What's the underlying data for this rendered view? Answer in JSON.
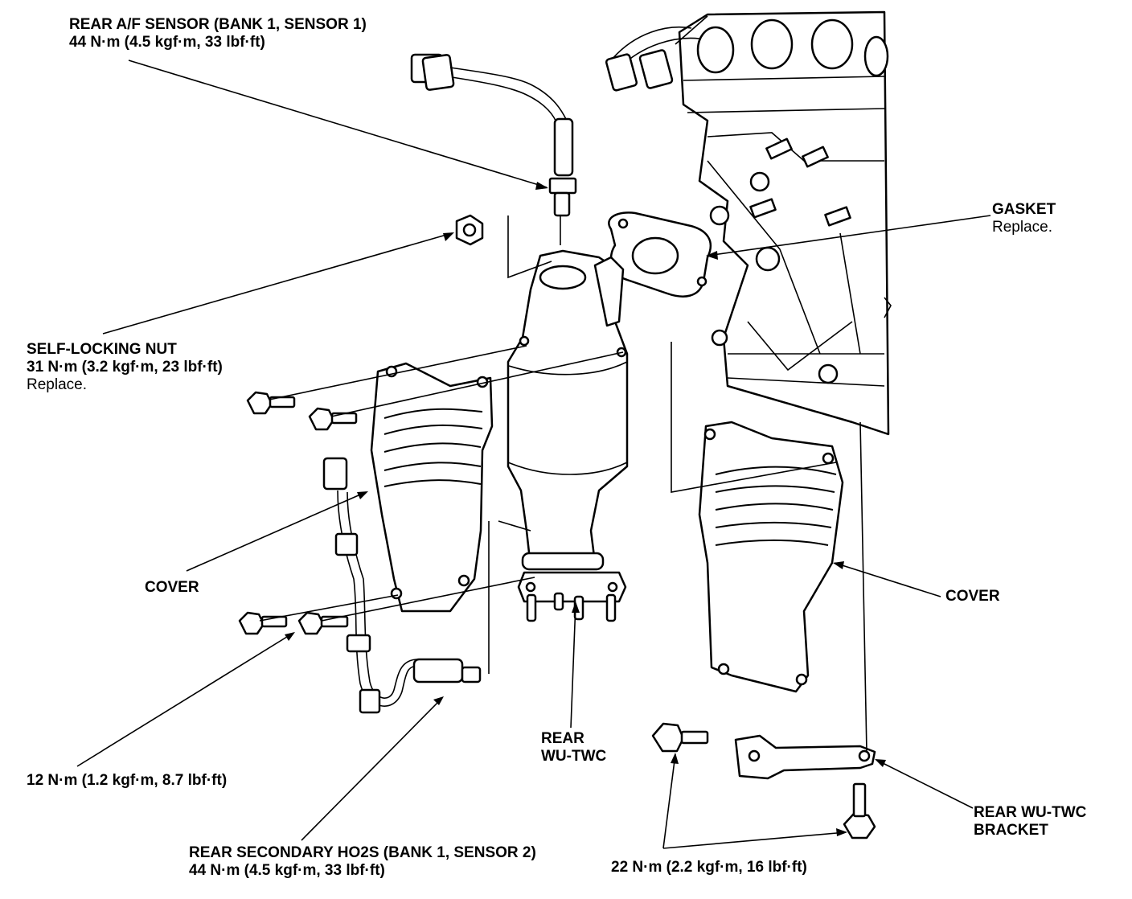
{
  "labels": {
    "rear_af_sensor": {
      "title": "REAR A/F SENSOR (BANK 1, SENSOR 1)",
      "torque": "44 N·m (4.5 kgf·m, 33 lbf·ft)"
    },
    "gasket": {
      "title": "GASKET",
      "note": "Replace."
    },
    "self_locking_nut": {
      "title": "SELF-LOCKING NUT",
      "torque": "31 N·m (3.2 kgf·m, 23 lbf·ft)",
      "note": "Replace."
    },
    "cover_left": {
      "title": "COVER"
    },
    "cover_right": {
      "title": "COVER"
    },
    "rear_wu_twc": {
      "line1": "REAR",
      "line2": "WU-TWC"
    },
    "torque_12": {
      "text": "12 N·m (1.2 kgf·m, 8.7 lbf·ft)"
    },
    "rear_secondary_ho2s": {
      "title": "REAR SECONDARY HO2S (BANK 1, SENSOR 2)",
      "torque": "44 N·m (4.5 kgf·m, 33 lbf·ft)"
    },
    "torque_22": {
      "text": "22 N·m (2.2 kgf·m, 16 lbf·ft)"
    },
    "rear_wu_twc_bracket": {
      "line1": "REAR WU-TWC",
      "line2": "BRACKET"
    }
  }
}
